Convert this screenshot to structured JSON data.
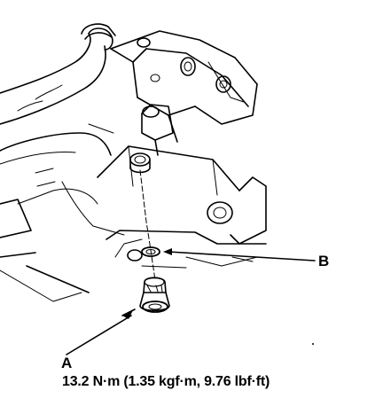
{
  "callouts": {
    "a": "A",
    "b": "B"
  },
  "torque_spec": "13.2 N·m (1.35 kgf·m, 9.76 lbf·ft)",
  "colors": {
    "ink": "#000000",
    "paper": "#ffffff"
  }
}
